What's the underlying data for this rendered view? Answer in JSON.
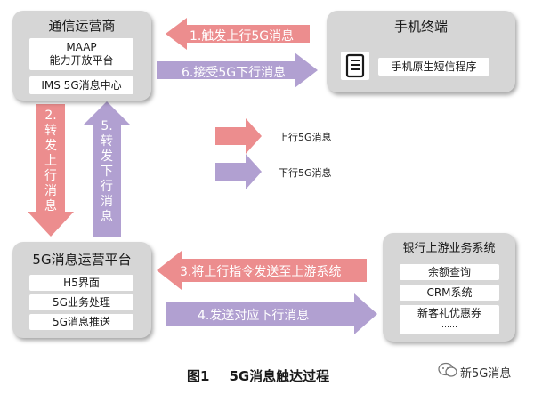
{
  "carrier": {
    "title": "通信运营商",
    "maap": "MAAP\n能力开放平台",
    "ims": "IMS 5G消息中心"
  },
  "terminal": {
    "title": "手机终端",
    "app": "手机原生短信程序"
  },
  "platform": {
    "title": "5G消息运营平台",
    "items": [
      "H5界面",
      "5G业务处理",
      "5G消息推送"
    ]
  },
  "bank": {
    "title": "银行上游业务系统",
    "items": [
      "余额查询",
      "CRM系统",
      "新客礼优惠券",
      "……"
    ]
  },
  "arrows": {
    "a1": "1.触发上行5G消息",
    "a6": "6.接受5G下行消息",
    "a2": "2.转发上行消息",
    "a5": "5.转发下行消息",
    "a3": "3.将上行指令发送至上游系统",
    "a4": "4.发送对应下行消息"
  },
  "legend": {
    "up": "上行5G消息",
    "down": "下行5G消息"
  },
  "colors": {
    "uplink": "#ec8d8e",
    "downlink": "#b1a0d1",
    "box": "#d6d6d6"
  },
  "caption": {
    "figure": "图1",
    "title": "5G消息触达过程"
  },
  "watermark": "新5G消息"
}
